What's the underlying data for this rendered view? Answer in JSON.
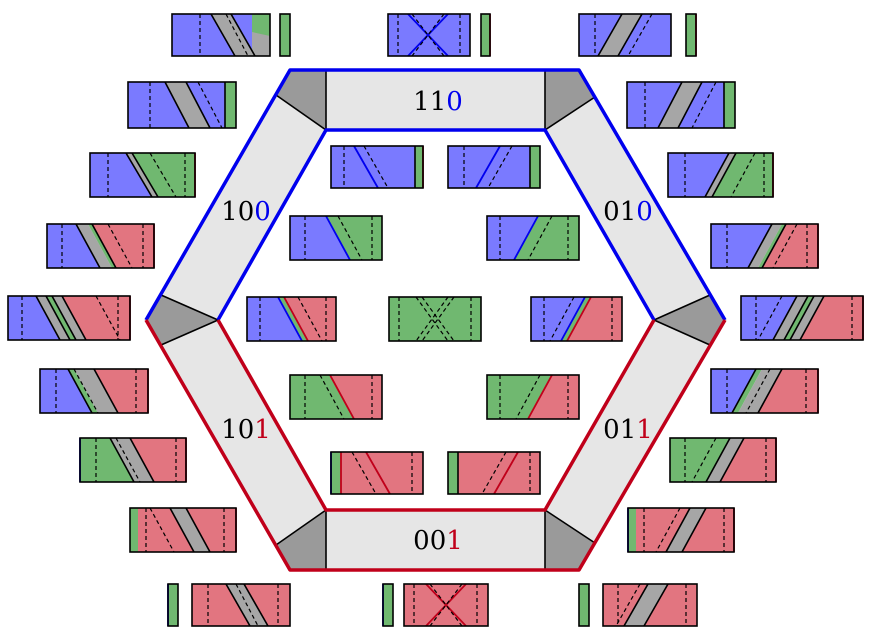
{
  "colors": {
    "blue": "#7a7aff",
    "green": "#70b870",
    "red": "#e27580",
    "gray": "#a6a6a6",
    "band": "#e6e6e6",
    "corner": "#9a9a9a",
    "outline_blue": "#0000ee",
    "outline_red": "#c0001a",
    "ink": "#000000"
  },
  "edges": [
    {
      "id": "110",
      "prefix": "11",
      "last": "0"
    },
    {
      "id": "010",
      "prefix": "01",
      "last": "0"
    },
    {
      "id": "011",
      "prefix": "01",
      "last": "1"
    },
    {
      "id": "001",
      "prefix": "00",
      "last": "1"
    },
    {
      "id": "101",
      "prefix": "10",
      "last": "1"
    },
    {
      "id": "100",
      "prefix": "10",
      "last": "0"
    }
  ]
}
